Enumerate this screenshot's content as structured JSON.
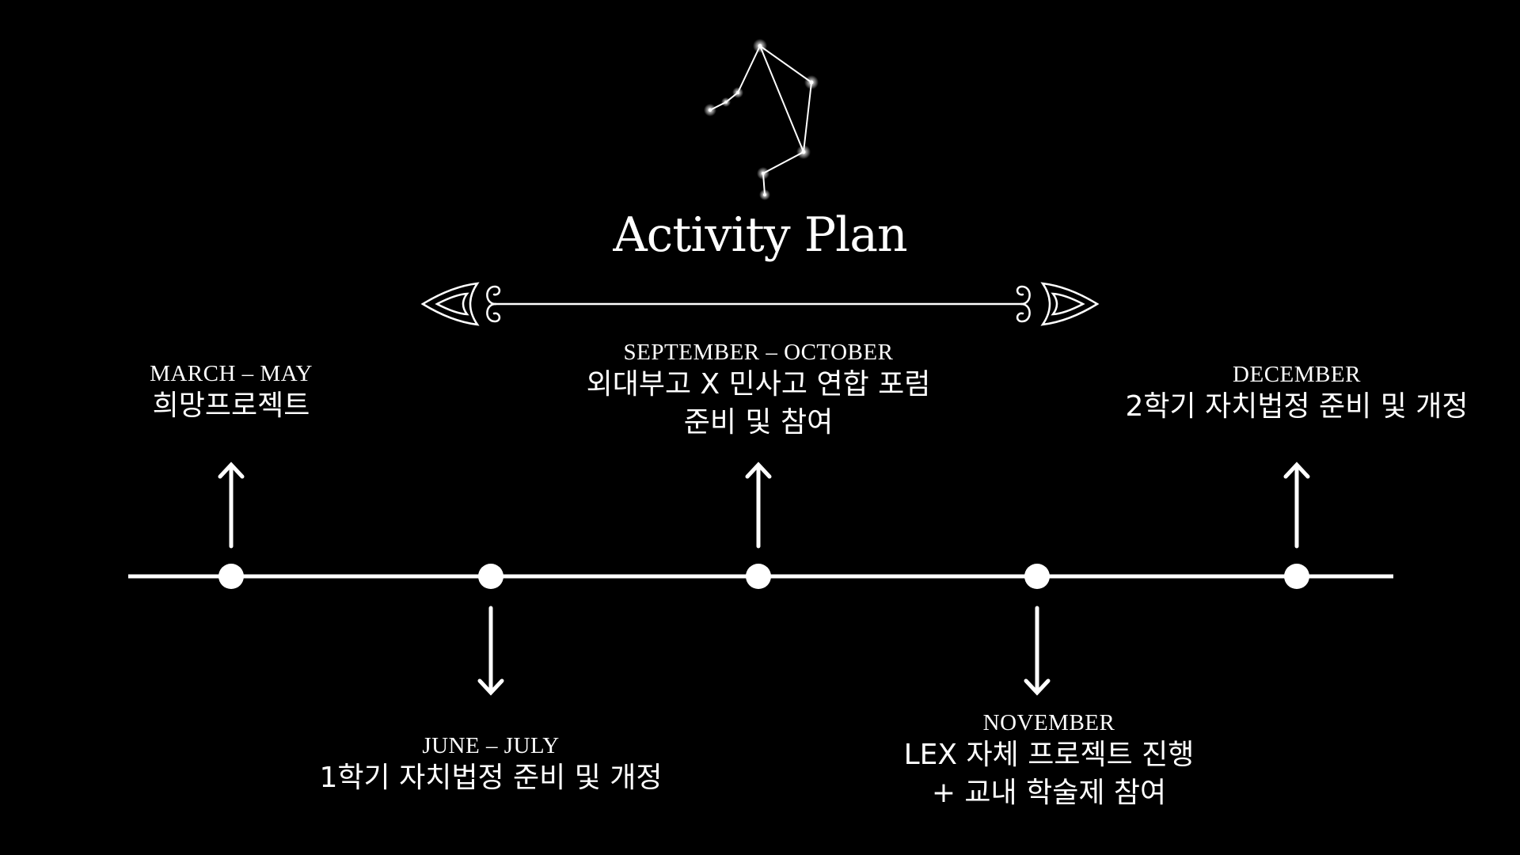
{
  "title": "Activity Plan",
  "colors": {
    "background": "#000000",
    "foreground": "#ffffff"
  },
  "icons": {
    "constellation": "libra-constellation-icon",
    "divider": "ornamental-divider-icon"
  },
  "events": [
    {
      "period": "MARCH  –  MAY",
      "lines": [
        "희망프로젝트"
      ],
      "side": "above"
    },
    {
      "period": "JUNE  –  JULY",
      "lines": [
        "1학기 자치법정 준비 및 개정"
      ],
      "side": "below"
    },
    {
      "period": "SEPTEMBER  –  OCTOBER",
      "lines": [
        "외대부고 X 민사고 연합 포럼",
        "준비 및 참여"
      ],
      "side": "above"
    },
    {
      "period": "NOVEMBER",
      "lines": [
        "LEX 자체 프로젝트 진행",
        "+ 교내 학술제 참여"
      ],
      "side": "below"
    },
    {
      "period": "DECEMBER",
      "lines": [
        "2학기 자치법정 준비 및 개정"
      ],
      "side": "above"
    }
  ]
}
